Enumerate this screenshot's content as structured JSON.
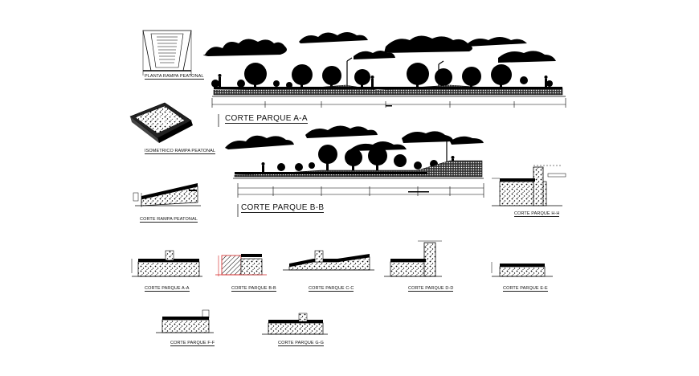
{
  "drawing": {
    "title_main_a": "CORTE PARQUE A-A",
    "title_main_b": "CORTE PARQUE B-B",
    "label_planta": "PLANTA RAMPA PEATONAL",
    "label_isometrico": "ISOMETRICO RAMPA PEATONAL",
    "label_corte_rampa": "CORTE RAMPA PEATONAL",
    "label_hh": "CORTE PARQUE H-H",
    "label_aa": "CORTE PARQUE A-A",
    "label_bb": "CORTE PARQUE B-B",
    "label_cc": "CORTE PARQUE C-C",
    "label_dd": "CORTE PARQUE D-D",
    "label_ee": "CORTE PARQUE E-E",
    "label_ff": "CORTE PARQUE F-F",
    "label_gg": "CORTE PARQUE G-G"
  },
  "colors": {
    "ink": "#000000",
    "background": "#ffffff",
    "accent_red": "#d22020"
  }
}
